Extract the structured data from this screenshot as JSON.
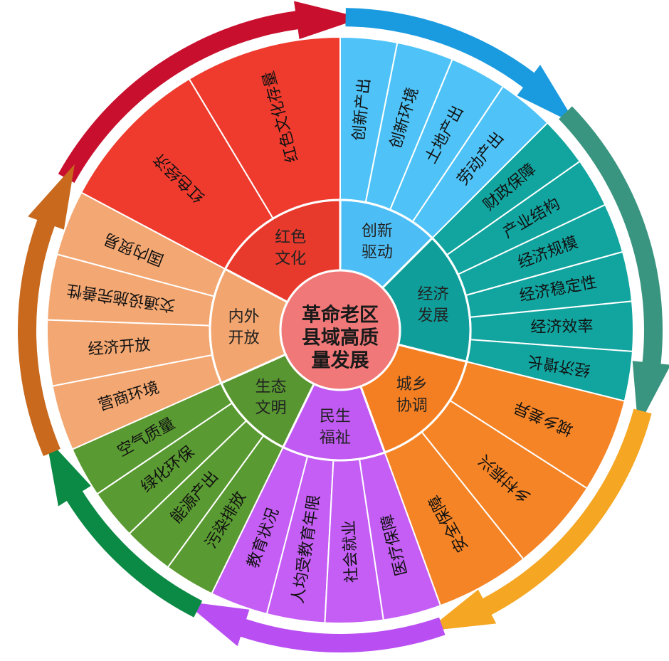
{
  "center": {
    "lines": [
      "革命老区",
      "县域高质",
      "量发展"
    ],
    "color": "#F07878"
  },
  "sectors": [
    {
      "name": "红色文化",
      "label_lines": [
        "红色",
        "文化"
      ],
      "fill": "#EE3B2E",
      "inner_fill": "#E83A2C",
      "arrow": "#C8102E",
      "items": [
        "红色经济",
        "红色文化存量"
      ]
    },
    {
      "name": "创新驱动",
      "label_lines": [
        "创新",
        "驱动"
      ],
      "fill": "#4FC3F7",
      "inner_fill": "#4DBEF5",
      "arrow": "#1A9BE0",
      "items": [
        "创新产出",
        "创新环境",
        "土地产出",
        "劳动产出"
      ]
    },
    {
      "name": "经济发展",
      "label_lines": [
        "经济",
        "发展"
      ],
      "fill": "#12A5A0",
      "inner_fill": "#0F9E9A",
      "arrow": "#3A9580",
      "items": [
        "财政保障",
        "产业结构",
        "经济规模",
        "经济稳定性",
        "经济效率",
        "经济增长"
      ]
    },
    {
      "name": "城乡协调",
      "label_lines": [
        "城乡",
        "协调"
      ],
      "fill": "#F58426",
      "inner_fill": "#F47F22",
      "arrow": "#F5A623",
      "items": [
        "城乡差异",
        "乡村振兴",
        "安全保障"
      ]
    },
    {
      "name": "民生福祉",
      "label_lines": [
        "民生",
        "福祉"
      ],
      "fill": "#C45EF5",
      "inner_fill": "#C05AF2",
      "arrow": "#B94FF2",
      "items": [
        "教育状况",
        "人均受教育年限",
        "社会就业",
        "医疗保障"
      ]
    },
    {
      "name": "生态文明",
      "label_lines": [
        "生态",
        "文明"
      ],
      "fill": "#5A9A32",
      "inner_fill": "#579630",
      "arrow": "#0B8A45",
      "items": [
        "空气质量",
        "绿化环保",
        "能源产出",
        "污染排放"
      ]
    },
    {
      "name": "内外开放",
      "label_lines": [
        "内外",
        "开放"
      ],
      "fill": "#F3A772",
      "inner_fill": "#F2A56E",
      "arrow": "#C8691E",
      "items": [
        "国内贸易",
        "交通设施完善性",
        "经济开放",
        "营商环境"
      ]
    }
  ]
}
